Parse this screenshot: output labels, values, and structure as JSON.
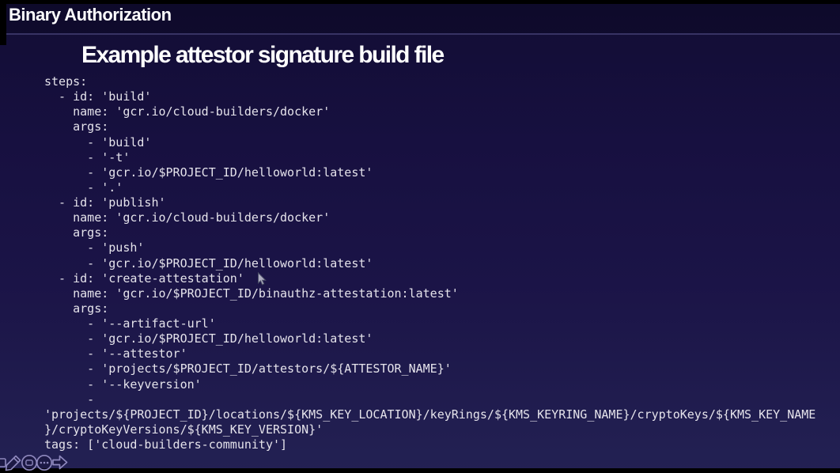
{
  "header": {
    "title": "Binary Authorization"
  },
  "slide": {
    "heading": "Example attestor signature build file",
    "code_lines": [
      "steps:",
      "  - id: 'build'",
      "    name: 'gcr.io/cloud-builders/docker'",
      "    args:",
      "      - 'build'",
      "      - '-t'",
      "      - 'gcr.io/$PROJECT_ID/helloworld:latest'",
      "      - '.'",
      "  - id: 'publish'",
      "    name: 'gcr.io/cloud-builders/docker'",
      "    args:",
      "      - 'push'",
      "      - 'gcr.io/$PROJECT_ID/helloworld:latest'",
      "  - id: 'create-attestation'",
      "    name: 'gcr.io/$PROJECT_ID/binauthz-attestation:latest'",
      "    args:",
      "      - '--artifact-url'",
      "      - 'gcr.io/$PROJECT_ID/helloworld:latest'",
      "      - '--attestor'",
      "      - 'projects/$PROJECT_ID/attestors/${ATTESTOR_NAME}'",
      "      - '--keyversion'",
      "      -",
      "'projects/${PROJECT_ID}/locations/${KMS_KEY_LOCATION}/keyRings/${KMS_KEYRING_NAME}/cryptoKeys/${KMS_KEY_NAME",
      "}/cryptoKeyVersions/${KMS_KEY_VERSION}'",
      "tags: ['cloud-builders-community']"
    ]
  },
  "toolbar": {
    "icons": [
      {
        "name": "square-icon"
      },
      {
        "name": "pencil-icon"
      },
      {
        "name": "pointer-circle-icon"
      },
      {
        "name": "ellipsis-circle-icon"
      },
      {
        "name": "next-slide-arrow-icon"
      }
    ]
  },
  "colors": {
    "background_top": "#120d34",
    "background_bottom": "#232153",
    "divider": "#5c5891",
    "heading_text": "#ffffff",
    "code_text": "#e5e3eb",
    "toolbar_icon": "#8e88bd",
    "letterbox": "#000000"
  }
}
